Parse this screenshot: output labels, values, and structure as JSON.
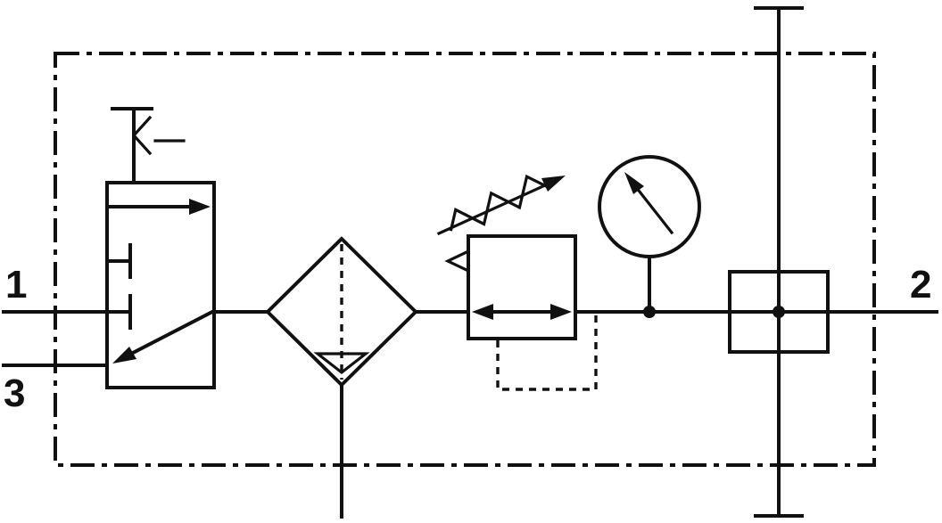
{
  "colors": {
    "line": "#111111",
    "background": "#ffffff"
  },
  "ports": {
    "port1": "1",
    "port2": "2",
    "port3": "3"
  },
  "components": [
    {
      "name": "enclosure-boundary"
    },
    {
      "name": "shutoff-valve-icon"
    },
    {
      "name": "filter-water-separator-icon"
    },
    {
      "name": "pressure-regulator-icon"
    },
    {
      "name": "pressure-gauge-icon"
    },
    {
      "name": "distribution-block-icon"
    }
  ]
}
